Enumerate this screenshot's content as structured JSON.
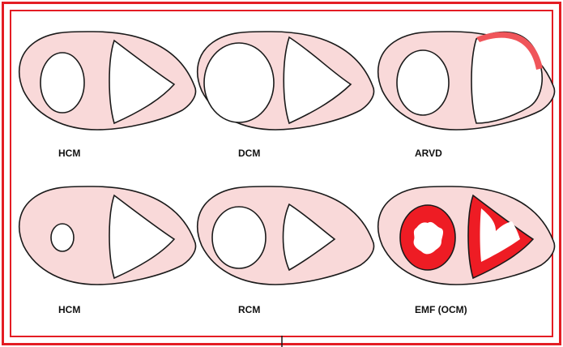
{
  "colors": {
    "frame": "#e41d24",
    "myocardium": "#f9d9d9",
    "fibrosis": "#ee1c24",
    "fatty_infiltration": "#f0555a",
    "outline": "#1a1a1a"
  },
  "panels": [
    {
      "id": "hcm-top",
      "label": "HCM"
    },
    {
      "id": "dcm",
      "label": "DCM"
    },
    {
      "id": "arvd",
      "label": "ARVD"
    },
    {
      "id": "hcm-bottom",
      "label": "HCM"
    },
    {
      "id": "rcm",
      "label": "RCM"
    },
    {
      "id": "emf",
      "label": "EMF (OCM)"
    }
  ]
}
